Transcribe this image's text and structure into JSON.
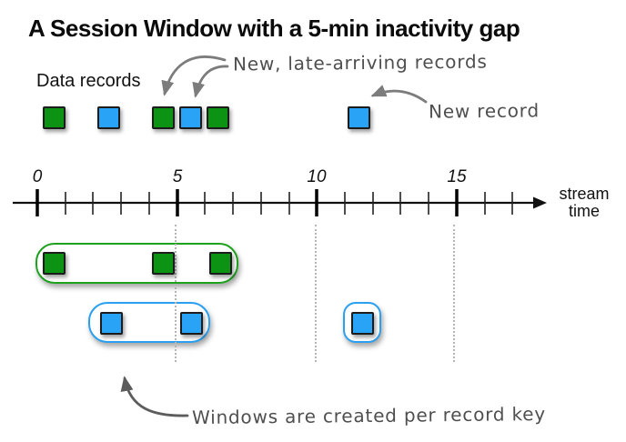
{
  "figure": {
    "title": "A Session Window with a 5-min inactivity gap",
    "legend_label": "Data records",
    "annotations": {
      "late_records": "New, late-arriving records",
      "new_record": "New record",
      "windows_per_key": "Windows are created per record key"
    },
    "axis": {
      "tick_labels": [
        "0",
        "5",
        "10",
        "15"
      ],
      "label_line1": "stream",
      "label_line2": "time"
    },
    "records": {
      "green_key_times": [
        0.5,
        4.4,
        6.5
      ],
      "blue_key_times": [
        2.5,
        5.5,
        11.6
      ],
      "late_arriving_times": [
        4.4,
        5.5
      ],
      "new_record_time": 11.6
    },
    "windows": [
      {
        "key_color": "green",
        "start": 0,
        "end": 7.1
      },
      {
        "key_color": "blue",
        "start": 1.8,
        "end": 6.1
      },
      {
        "key_color": "blue",
        "start": 10.9,
        "end": 12.2
      }
    ],
    "colors": {
      "record_green": "#0d9313",
      "record_blue": "#29a3f5",
      "green_window_border": "#1ea21e",
      "blue_window_border": "#2b9ff0",
      "annotation_text": "#4f4f4f",
      "arrow_gray": "#7c7c7c"
    }
  }
}
